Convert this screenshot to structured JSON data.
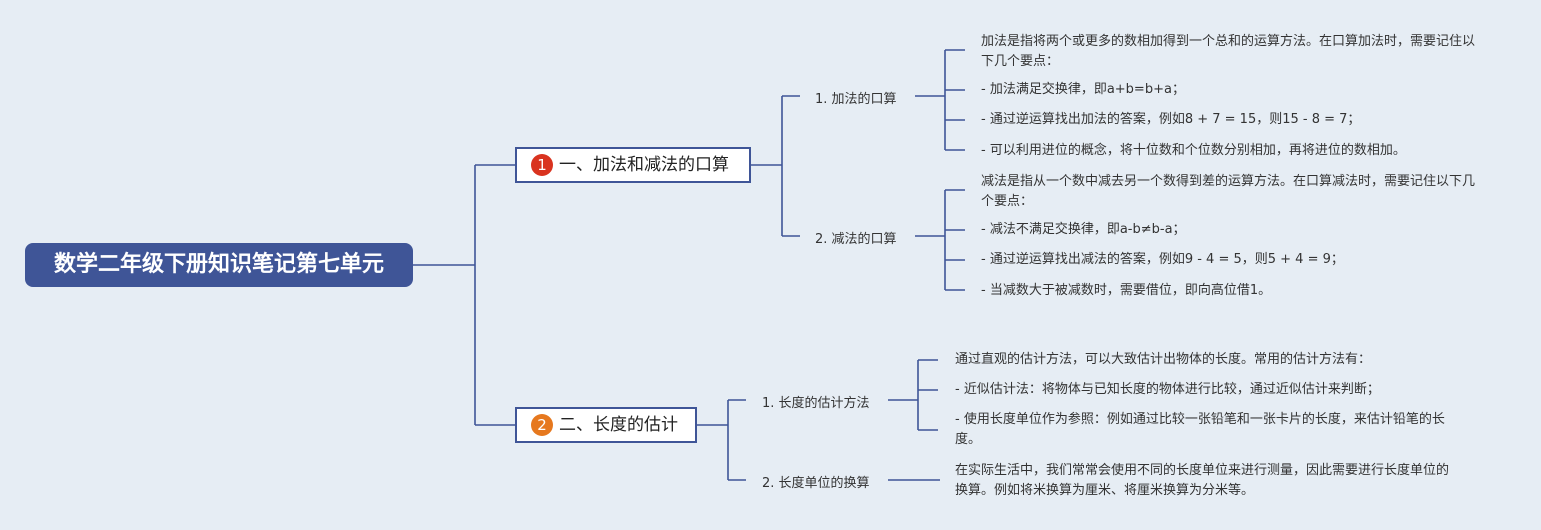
{
  "root": "数学二年级下册知识笔记第七单元",
  "colors": {
    "line": "#3f5597",
    "root_bg": "#3f5597",
    "badge1": "#d9331f",
    "badge2": "#e6781e",
    "background": "#e6edf4"
  },
  "branches": [
    {
      "badge": "1",
      "label": "一、加法和减法的口算",
      "subs": [
        {
          "label": "1. 加法的口算",
          "leaves": [
            "加法是指将两个或更多的数相加得到一个总和的运算方法。在口算加法时，需要记住以下几个要点：",
            "- 加法满足交换律，即a+b=b+a；",
            "- 通过逆运算找出加法的答案，例如8 + 7 = 15，则15 - 8 = 7；",
            "- 可以利用进位的概念，将十位数和个位数分别相加，再将进位的数相加。"
          ]
        },
        {
          "label": "2. 减法的口算",
          "leaves": [
            "减法是指从一个数中减去另一个数得到差的运算方法。在口算减法时，需要记住以下几个要点：",
            "- 减法不满足交换律，即a-b≠b-a；",
            "- 通过逆运算找出减法的答案，例如9 - 4 = 5，则5 + 4 = 9；",
            "- 当减数大于被减数时，需要借位，即向高位借1。"
          ]
        }
      ]
    },
    {
      "badge": "2",
      "label": "二、长度的估计",
      "subs": [
        {
          "label": "1. 长度的估计方法",
          "leaves": [
            "通过直观的估计方法，可以大致估计出物体的长度。常用的估计方法有：",
            "- 近似估计法：将物体与已知长度的物体进行比较，通过近似估计来判断；",
            "- 使用长度单位作为参照：例如通过比较一张铅笔和一张卡片的长度，来估计铅笔的长度。"
          ]
        },
        {
          "label": "2. 长度单位的换算",
          "leaves": [
            "在实际生活中，我们常常会使用不同的长度单位来进行测量，因此需要进行长度单位的换算。例如将米换算为厘米、将厘米换算为分米等。"
          ]
        }
      ]
    }
  ]
}
